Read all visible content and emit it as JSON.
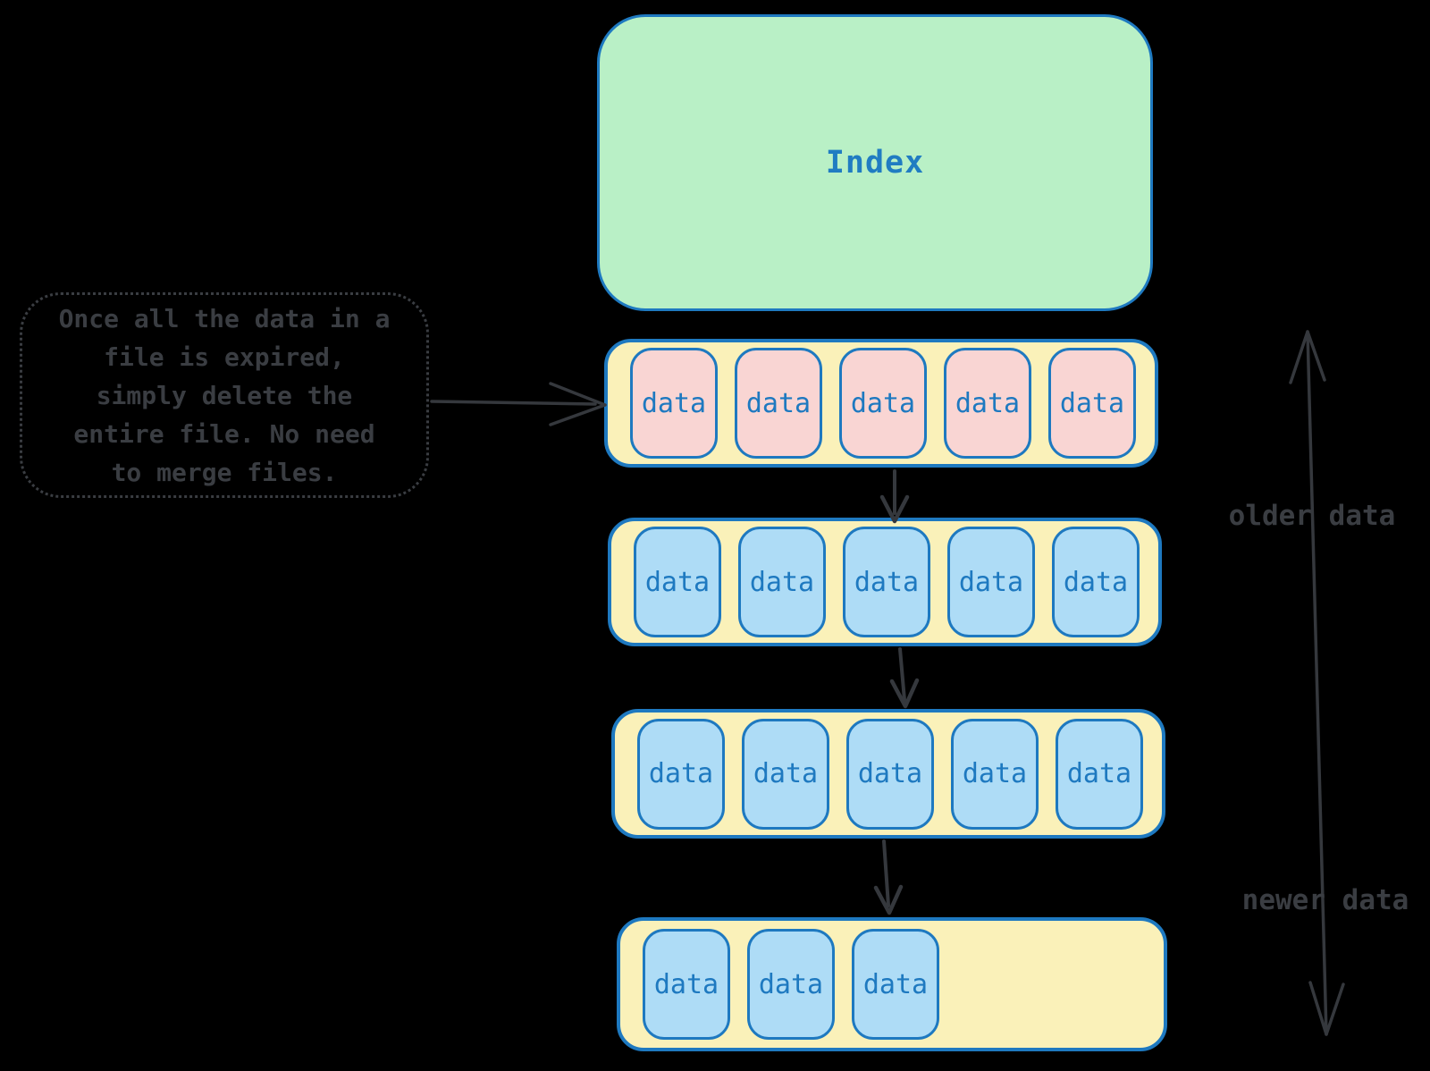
{
  "colors": {
    "background": "#000000",
    "stroke_blue": "#1e79c0",
    "text_blue": "#207cc2",
    "fill_green": "#b9f0c6",
    "fill_yellow": "#faf1b9",
    "fill_pink": "#f9d5d3",
    "fill_cell_blue": "#aedcf6",
    "stroke_dark": "#3a3d42"
  },
  "index_box": {
    "label": "Index"
  },
  "callout": {
    "text": "Once all the data in a file is expired, simply delete the entire file. No need to merge files.",
    "lines": [
      "Once all the data in a",
      "file is expired,",
      "simply delete the",
      "entire file. No need",
      "to merge files."
    ]
  },
  "files": [
    {
      "id": "file-1",
      "cell_color": "pink",
      "cells": [
        "data",
        "data",
        "data",
        "data",
        "data"
      ]
    },
    {
      "id": "file-2",
      "cell_color": "blue",
      "cells": [
        "data",
        "data",
        "data",
        "data",
        "data"
      ]
    },
    {
      "id": "file-3",
      "cell_color": "blue",
      "cells": [
        "data",
        "data",
        "data",
        "data",
        "data"
      ]
    },
    {
      "id": "file-4",
      "cell_color": "blue",
      "cells": [
        "data",
        "data",
        "data"
      ]
    }
  ],
  "timeline": {
    "older_label": "older data",
    "newer_label": "newer data"
  }
}
